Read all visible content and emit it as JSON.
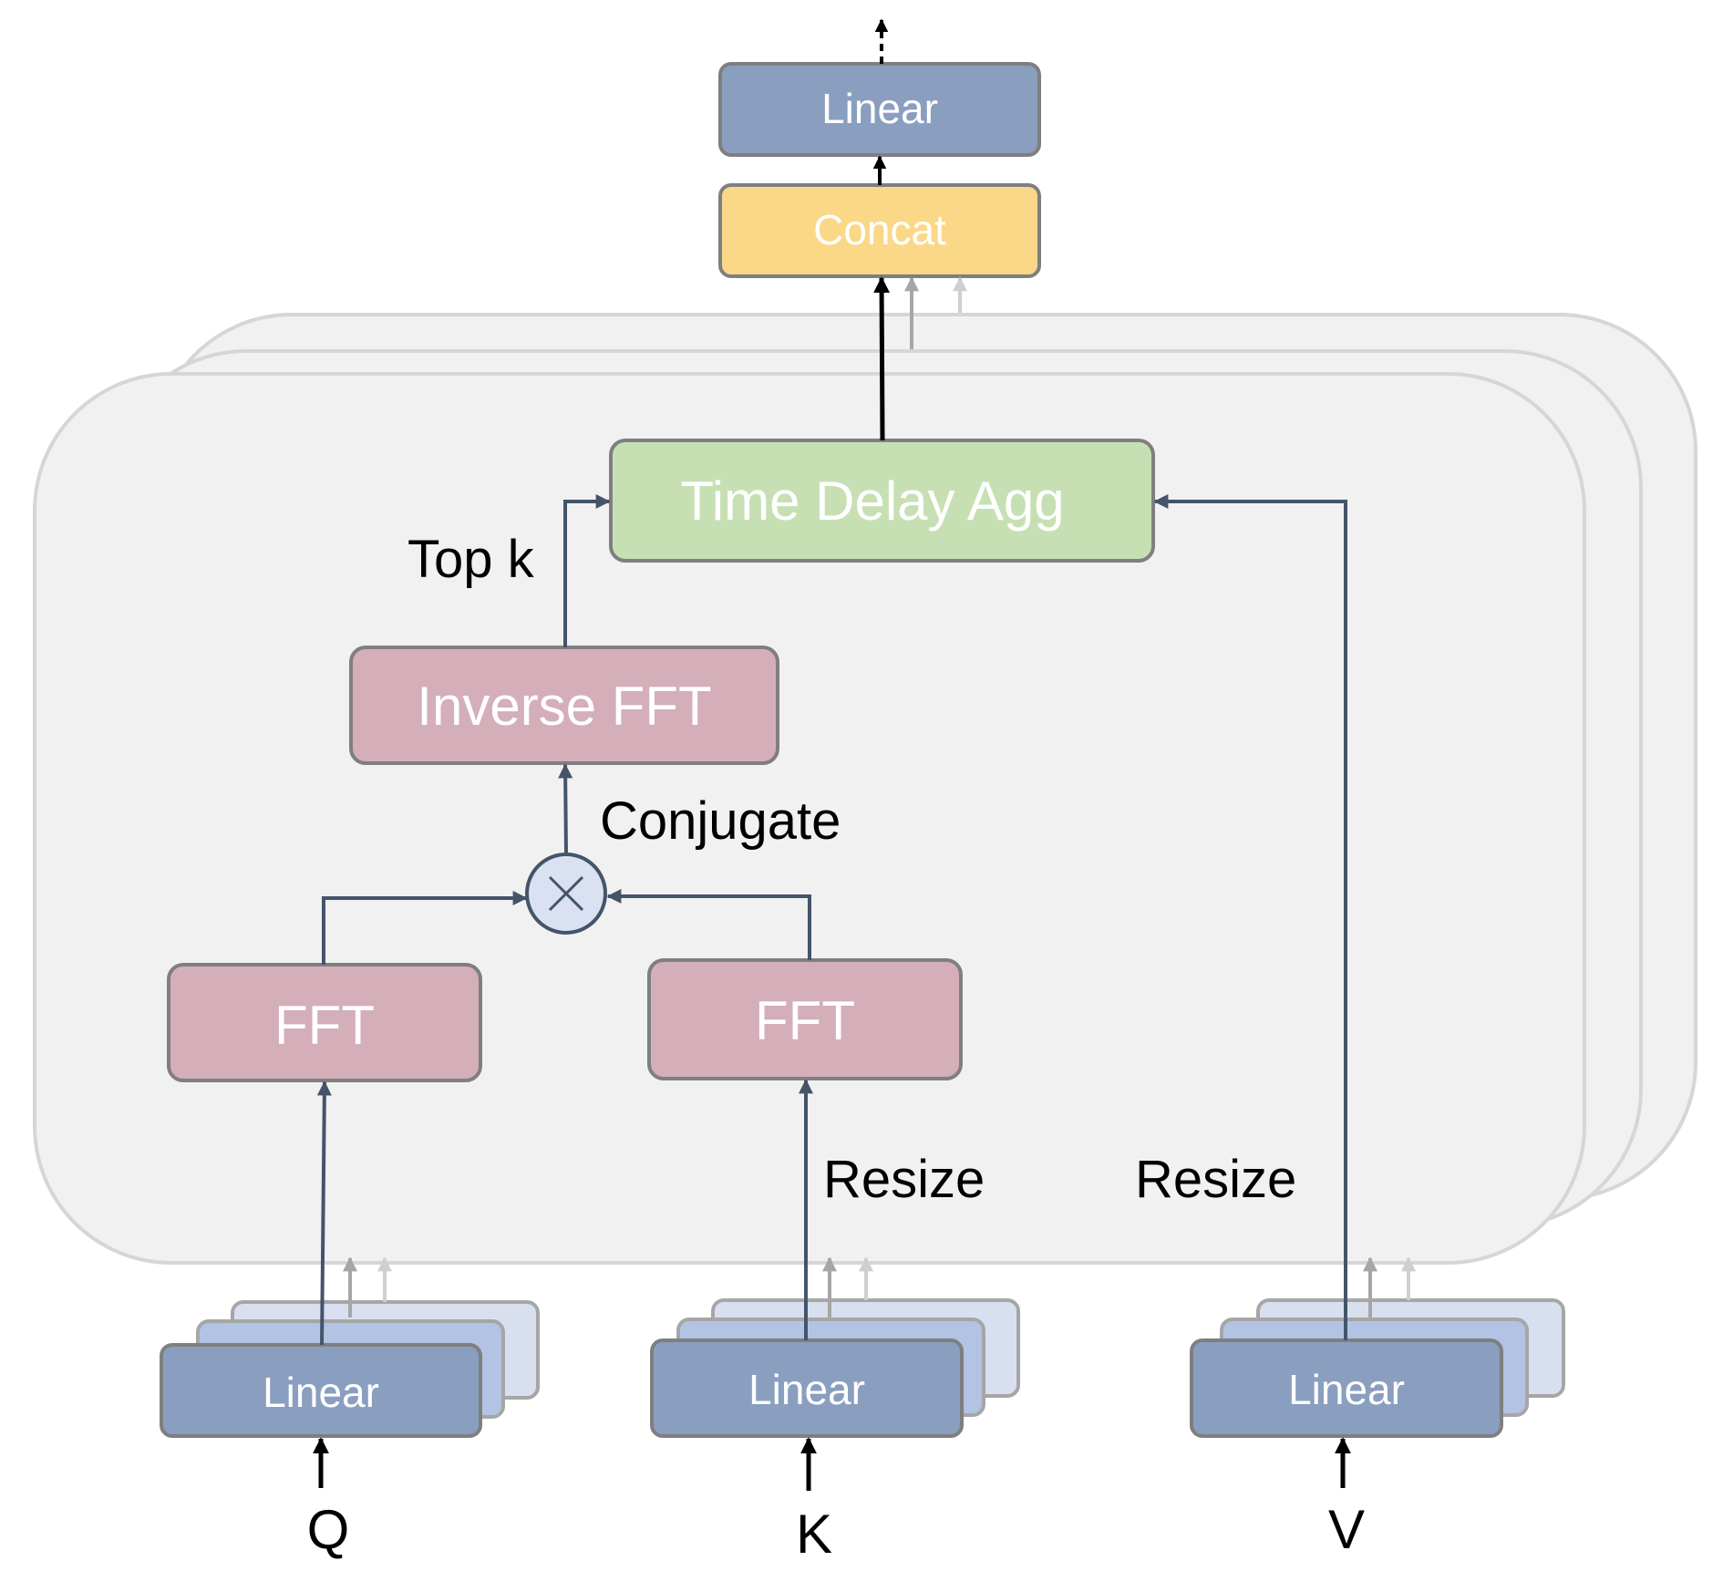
{
  "blocks": {
    "output_linear": "Linear",
    "concat": "Concat",
    "time_delay_agg": "Time Delay Agg",
    "inverse_fft": "Inverse FFT",
    "fft_q": "FFT",
    "fft_k": "FFT",
    "linear_q": "Linear",
    "linear_k": "Linear",
    "linear_v": "Linear"
  },
  "annotations": {
    "top_k": "Top k",
    "conjugate": "Conjugate",
    "resize_k": "Resize",
    "resize_v": "Resize"
  },
  "inputs": {
    "q": "Q",
    "k": "K",
    "v": "V"
  },
  "colors": {
    "linear": "#8a9ebf",
    "linear_shadow1": "#b2c3e3",
    "linear_shadow2": "#d8e0f0",
    "concat": "#fad888",
    "time_delay_agg": "#c6e0b4",
    "fft": "#d4aeb9",
    "multiply_node": "#d9e1f2",
    "arrow": "#44546a",
    "panel": "#f1f1f1",
    "panel_border": "#d6d6d6",
    "box_border": "#7f7f7f"
  }
}
